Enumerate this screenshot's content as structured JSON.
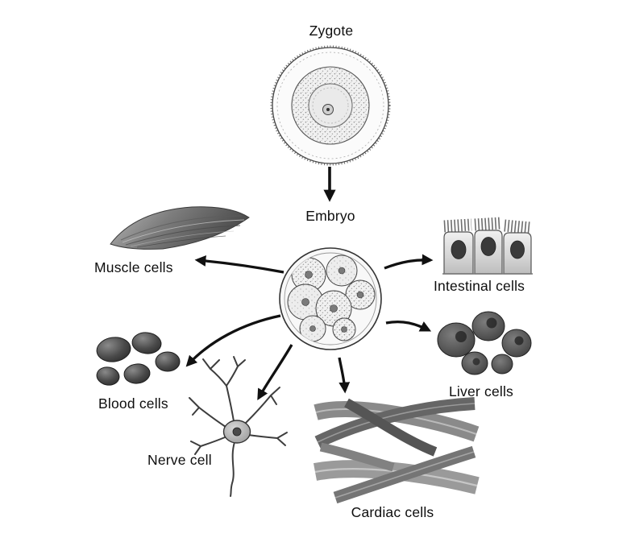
{
  "diagram": {
    "description": "Cell differentiation diagram from zygote to embryo to specialized cell types",
    "nodes": {
      "zygote": {
        "label": "Zygote"
      },
      "embryo": {
        "label": "Embryo"
      },
      "muscle": {
        "label": "Muscle cells"
      },
      "intestinal": {
        "label": "Intestinal cells"
      },
      "blood": {
        "label": "Blood cells"
      },
      "nerve": {
        "label": "Nerve cell"
      },
      "liver": {
        "label": "Liver cells"
      },
      "cardiac": {
        "label": "Cardiac cells"
      }
    },
    "edges": [
      {
        "from": "zygote",
        "to": "embryo"
      },
      {
        "from": "embryo",
        "to": "muscle"
      },
      {
        "from": "embryo",
        "to": "intestinal"
      },
      {
        "from": "embryo",
        "to": "blood"
      },
      {
        "from": "embryo",
        "to": "nerve"
      },
      {
        "from": "embryo",
        "to": "cardiac"
      },
      {
        "from": "embryo",
        "to": "liver"
      }
    ],
    "colors": {
      "ink": "#111111",
      "background": "#ffffff",
      "cell_dark": "#333333",
      "cell_mid": "#777777",
      "cell_light": "#dddddd"
    }
  }
}
